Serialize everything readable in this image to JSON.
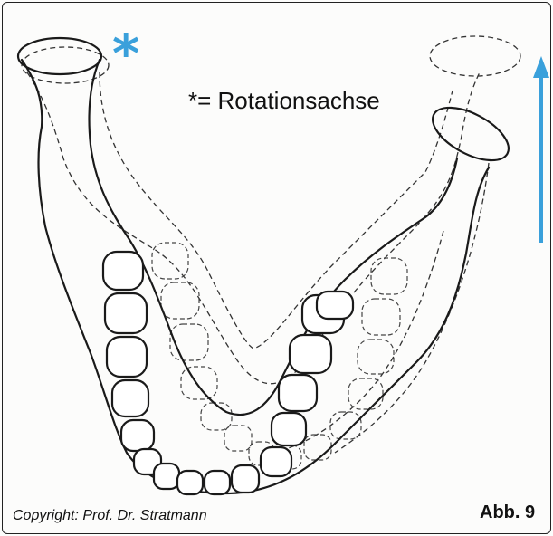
{
  "figure": {
    "annotation_marker": "*",
    "legend_text": "*= Rotationsachse",
    "copyright": "Copyright: Prof. Dr. Stratmann",
    "figure_number": "Abb. 9"
  },
  "colors": {
    "accent_blue": "#3aa0db",
    "line": "#1a1a1a",
    "background": "#fcfcfb"
  },
  "icons": {
    "rotation_axis": "asterisk-icon",
    "movement_direction": "arrow-up-icon"
  }
}
